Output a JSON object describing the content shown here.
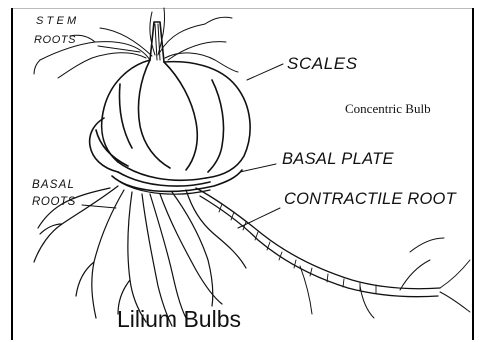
{
  "labels": {
    "stem_roots_line1": "STEM",
    "stem_roots_line2": "ROOTS",
    "scales": "SCALES",
    "concentric_bulb": "Concentric Bulb",
    "basal_plate": "BASAL PLATE",
    "basal_roots_line1": "BASAL",
    "basal_roots_line2": "ROOTS",
    "contractile_root": "CONTRACTILE ROOT"
  },
  "caption": "Lilium Bulbs"
}
